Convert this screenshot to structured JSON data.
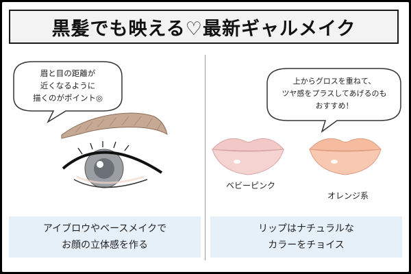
{
  "title": "黒髪でも映える♡最新ギャルメイク",
  "left": {
    "bubble_lines": [
      "眉と目の距離が",
      "近くなるように",
      "描くのがポイント◎"
    ],
    "caption_lines": [
      "アイブロウやベースメイクで",
      "お顔の立体感を作る"
    ]
  },
  "right": {
    "bubble_lines": [
      "上からグロスを重ねて、",
      "ツヤ感をプラスしてあげるのも",
      "おすすめ！"
    ],
    "lip_labels": [
      "ベビーピンク",
      "オレンジ系"
    ],
    "caption_lines": [
      "リップはナチュラルな",
      "カラーをチョイス"
    ]
  },
  "colors": {
    "caption_bg": "#e6f0f8",
    "title_bg": "#f3f3f3",
    "pink_lip": "#f2c9c7",
    "orange_lip": "#f6bca0"
  }
}
